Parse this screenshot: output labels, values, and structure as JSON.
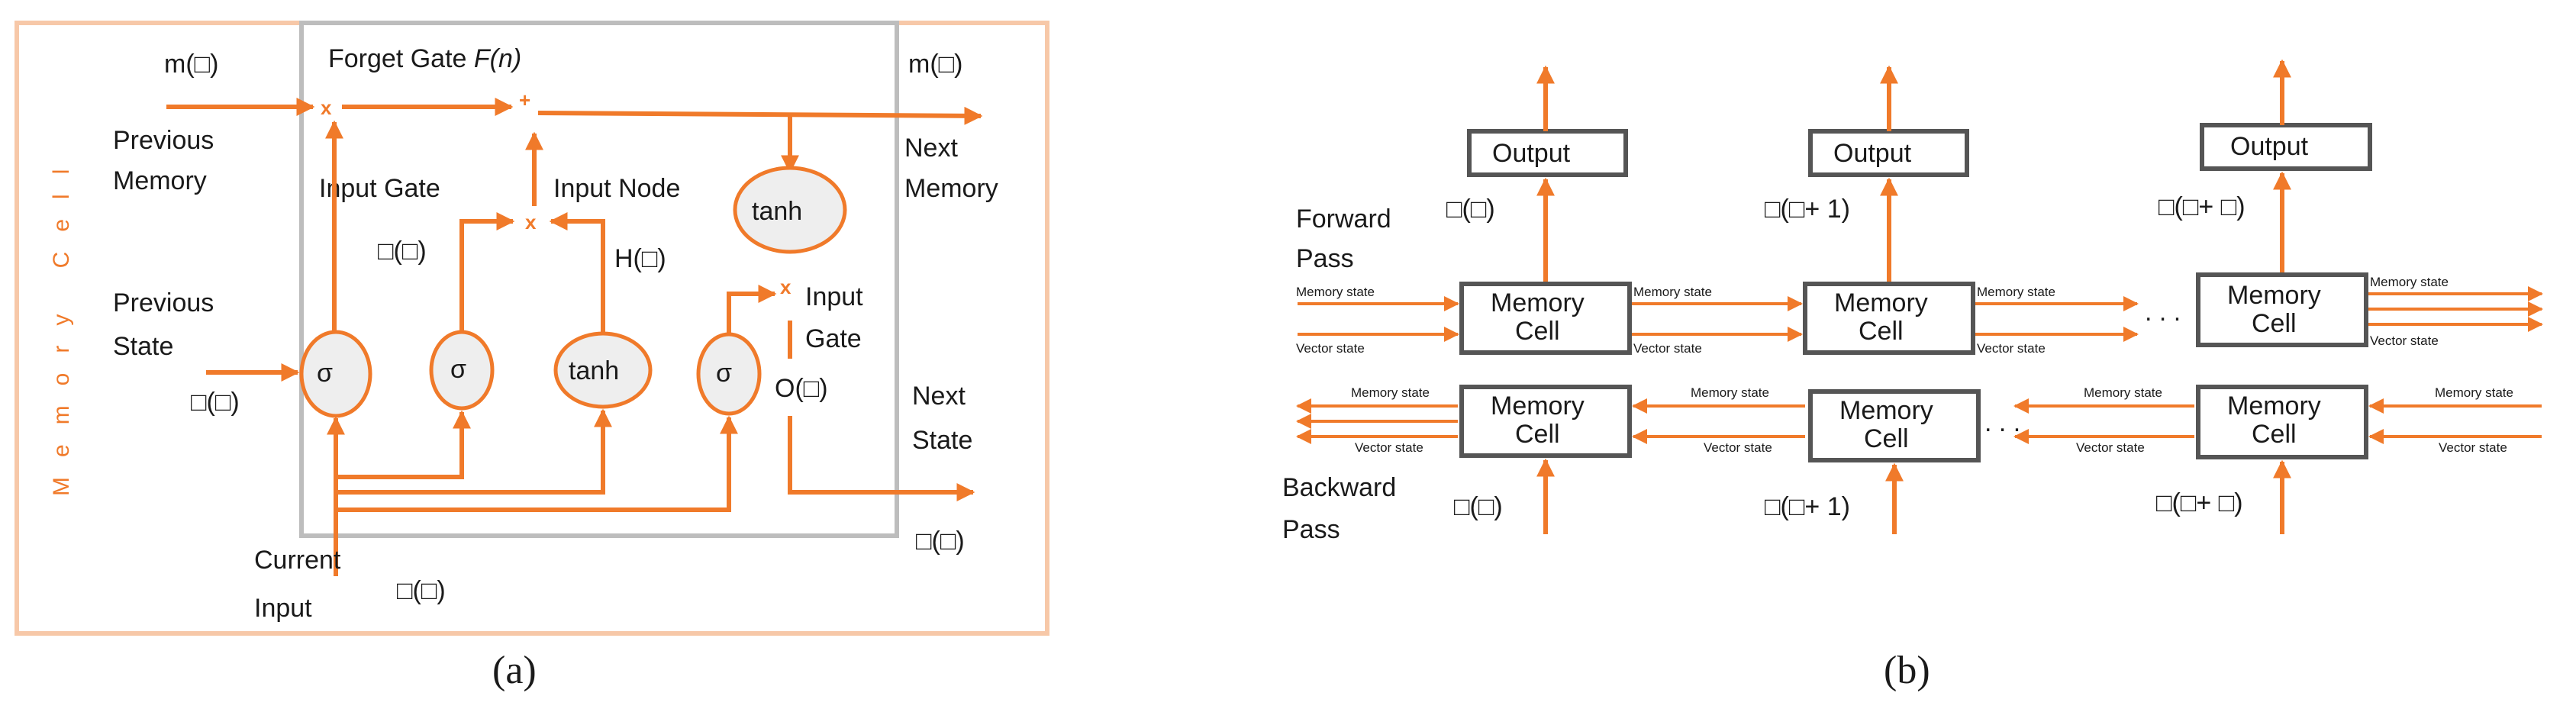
{
  "panel_a": {
    "caption": "(a)",
    "memory_cell_label": "Memory Cell",
    "forget_gate": "Forget Gate",
    "forget_gate_fn": "F(n)",
    "m_in": "m(□)",
    "m_out": "m(□)",
    "previous_memory": [
      "Previous",
      "Memory"
    ],
    "next_memory": [
      "Next",
      "Memory"
    ],
    "input_gate": "Input Gate",
    "input_gate_val": "□(□)",
    "input_node": "Input Node",
    "input_node_val": "H(□)",
    "previous_state": [
      "Previous",
      "State"
    ],
    "previous_state_val": "□(□)",
    "output_gate": [
      "Input",
      "Gate"
    ],
    "output_gate_val": "O(□)",
    "next_state": [
      "Next",
      "State"
    ],
    "next_state_val": "□(□)",
    "current_input": [
      "Current",
      "Input"
    ],
    "current_input_val": "□(□)",
    "sigma": "σ",
    "tanh": "tanh",
    "times": "x",
    "plus": "+"
  },
  "panel_b": {
    "caption": "(b)",
    "output": "Output",
    "memory_cell": [
      "Memory",
      "Cell"
    ],
    "forward_pass": [
      "Forward",
      "Pass"
    ],
    "backward_pass": [
      "Backward",
      "Pass"
    ],
    "memory_state": "Memory state",
    "vector_state": "Vector state",
    "h_n": "□(□)",
    "h_n1": "□(□+ 1)",
    "h_nk": "□(□+ □)",
    "ellipsis": ". . ."
  },
  "colors": {
    "accent": "#f07a2a",
    "box_border": "#555555",
    "gate_fill": "#eeeeee"
  }
}
